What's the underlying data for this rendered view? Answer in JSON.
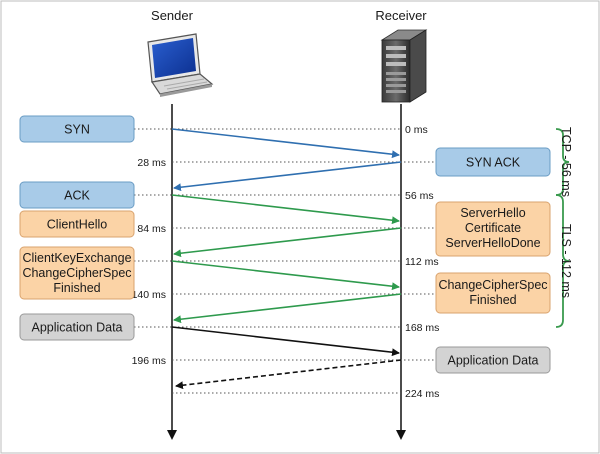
{
  "headers": {
    "sender": "Sender",
    "receiver": "Receiver"
  },
  "boxes": [
    {
      "id": "syn",
      "lines": [
        "SYN"
      ],
      "fill": "#a8cbe8",
      "stroke": "#6a9cc4"
    },
    {
      "id": "syn-ack",
      "lines": [
        "SYN ACK"
      ],
      "fill": "#a8cbe8",
      "stroke": "#6a9cc4"
    },
    {
      "id": "ack",
      "lines": [
        "ACK"
      ],
      "fill": "#a8cbe8",
      "stroke": "#6a9cc4"
    },
    {
      "id": "client-hello",
      "lines": [
        "ClientHello"
      ],
      "fill": "#fbd3a6",
      "stroke": "#d9a36e"
    },
    {
      "id": "server-hello",
      "lines": [
        "ServerHello",
        "Certificate",
        "ServerHelloDone"
      ],
      "fill": "#fbd3a6",
      "stroke": "#d9a36e"
    },
    {
      "id": "client-key-exchange",
      "lines": [
        "ClientKeyExchange",
        "ChangeCipherSpec",
        "Finished"
      ],
      "fill": "#fbd3a6",
      "stroke": "#d9a36e"
    },
    {
      "id": "change-cipher-spec",
      "lines": [
        "ChangeCipherSpec",
        "Finished"
      ],
      "fill": "#fbd3a6",
      "stroke": "#d9a36e"
    },
    {
      "id": "app-data-sender",
      "lines": [
        "Application Data"
      ],
      "fill": "#d3d3d3",
      "stroke": "#9a9a9a"
    },
    {
      "id": "app-data-receiver",
      "lines": [
        "Application Data"
      ],
      "fill": "#d3d3d3",
      "stroke": "#9a9a9a"
    }
  ],
  "timestamps": [
    "0 ms",
    "28 ms",
    "56 ms",
    "84 ms",
    "112 ms",
    "140 ms",
    "168 ms",
    "196 ms",
    "224 ms"
  ],
  "messages": [
    {
      "id": "syn",
      "direction": "to-receiver",
      "style": "blue"
    },
    {
      "id": "syn-ack",
      "direction": "to-sender",
      "style": "blue"
    },
    {
      "id": "client-hello",
      "direction": "to-receiver",
      "style": "green"
    },
    {
      "id": "server-hello",
      "direction": "to-sender",
      "style": "green"
    },
    {
      "id": "client-key-exchange",
      "direction": "to-receiver",
      "style": "green"
    },
    {
      "id": "change-cipher-spec",
      "direction": "to-sender",
      "style": "green"
    },
    {
      "id": "app-data-request",
      "direction": "to-receiver",
      "style": "black"
    },
    {
      "id": "app-data-response",
      "direction": "to-sender",
      "style": "dashed"
    }
  ],
  "braces": [
    {
      "id": "tcp",
      "label": "TCP - 56 ms"
    },
    {
      "id": "tls",
      "label": "TLS - 112 ms"
    }
  ],
  "colors": {
    "blue_arrow": "#2f6fb0",
    "green_arrow": "#2e9a4d",
    "black_arrow": "#111111",
    "brace": "#3a9a4e",
    "dotted_line": "#555555"
  },
  "icons": {
    "sender": "laptop-icon",
    "receiver": "server-icon"
  }
}
